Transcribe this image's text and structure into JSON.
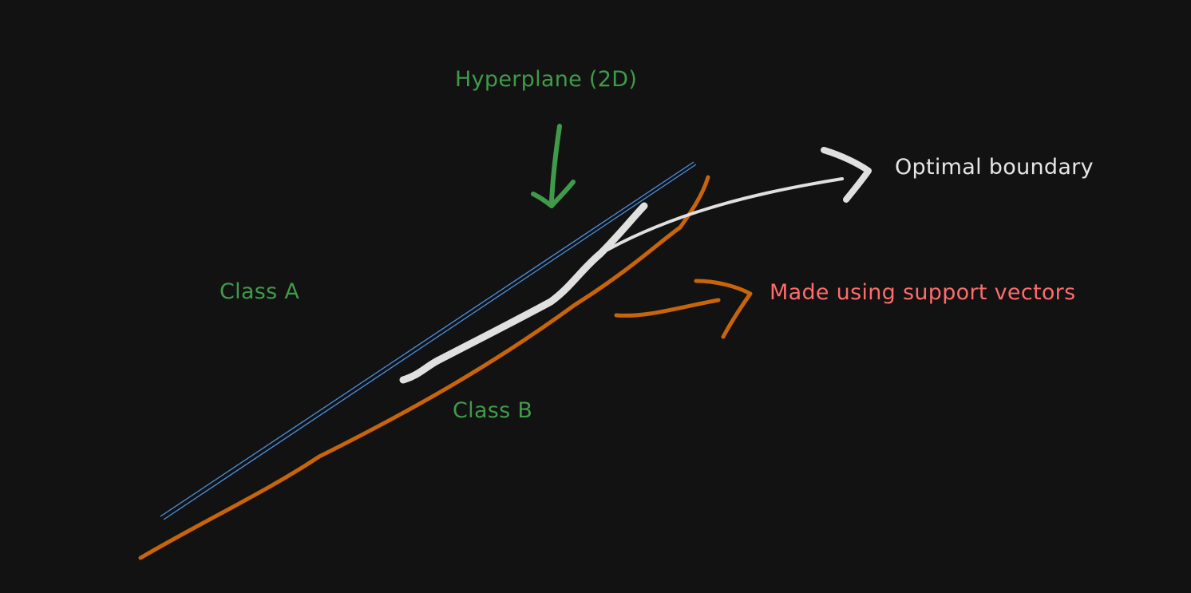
{
  "diagram": {
    "title": "Hyperplane (2D)",
    "class_a": "Class A",
    "class_b": "Class B",
    "optimal_boundary": "Optimal boundary",
    "support_vectors": "Made using support vectors"
  },
  "colors": {
    "background": "#121212",
    "green_text": "#3f9b4a",
    "hyperplane_line": "#4a90e2",
    "boundary_stroke": "#e0e0e0",
    "support_vector_line": "#c8650a",
    "support_text": "#ff6b6b"
  }
}
